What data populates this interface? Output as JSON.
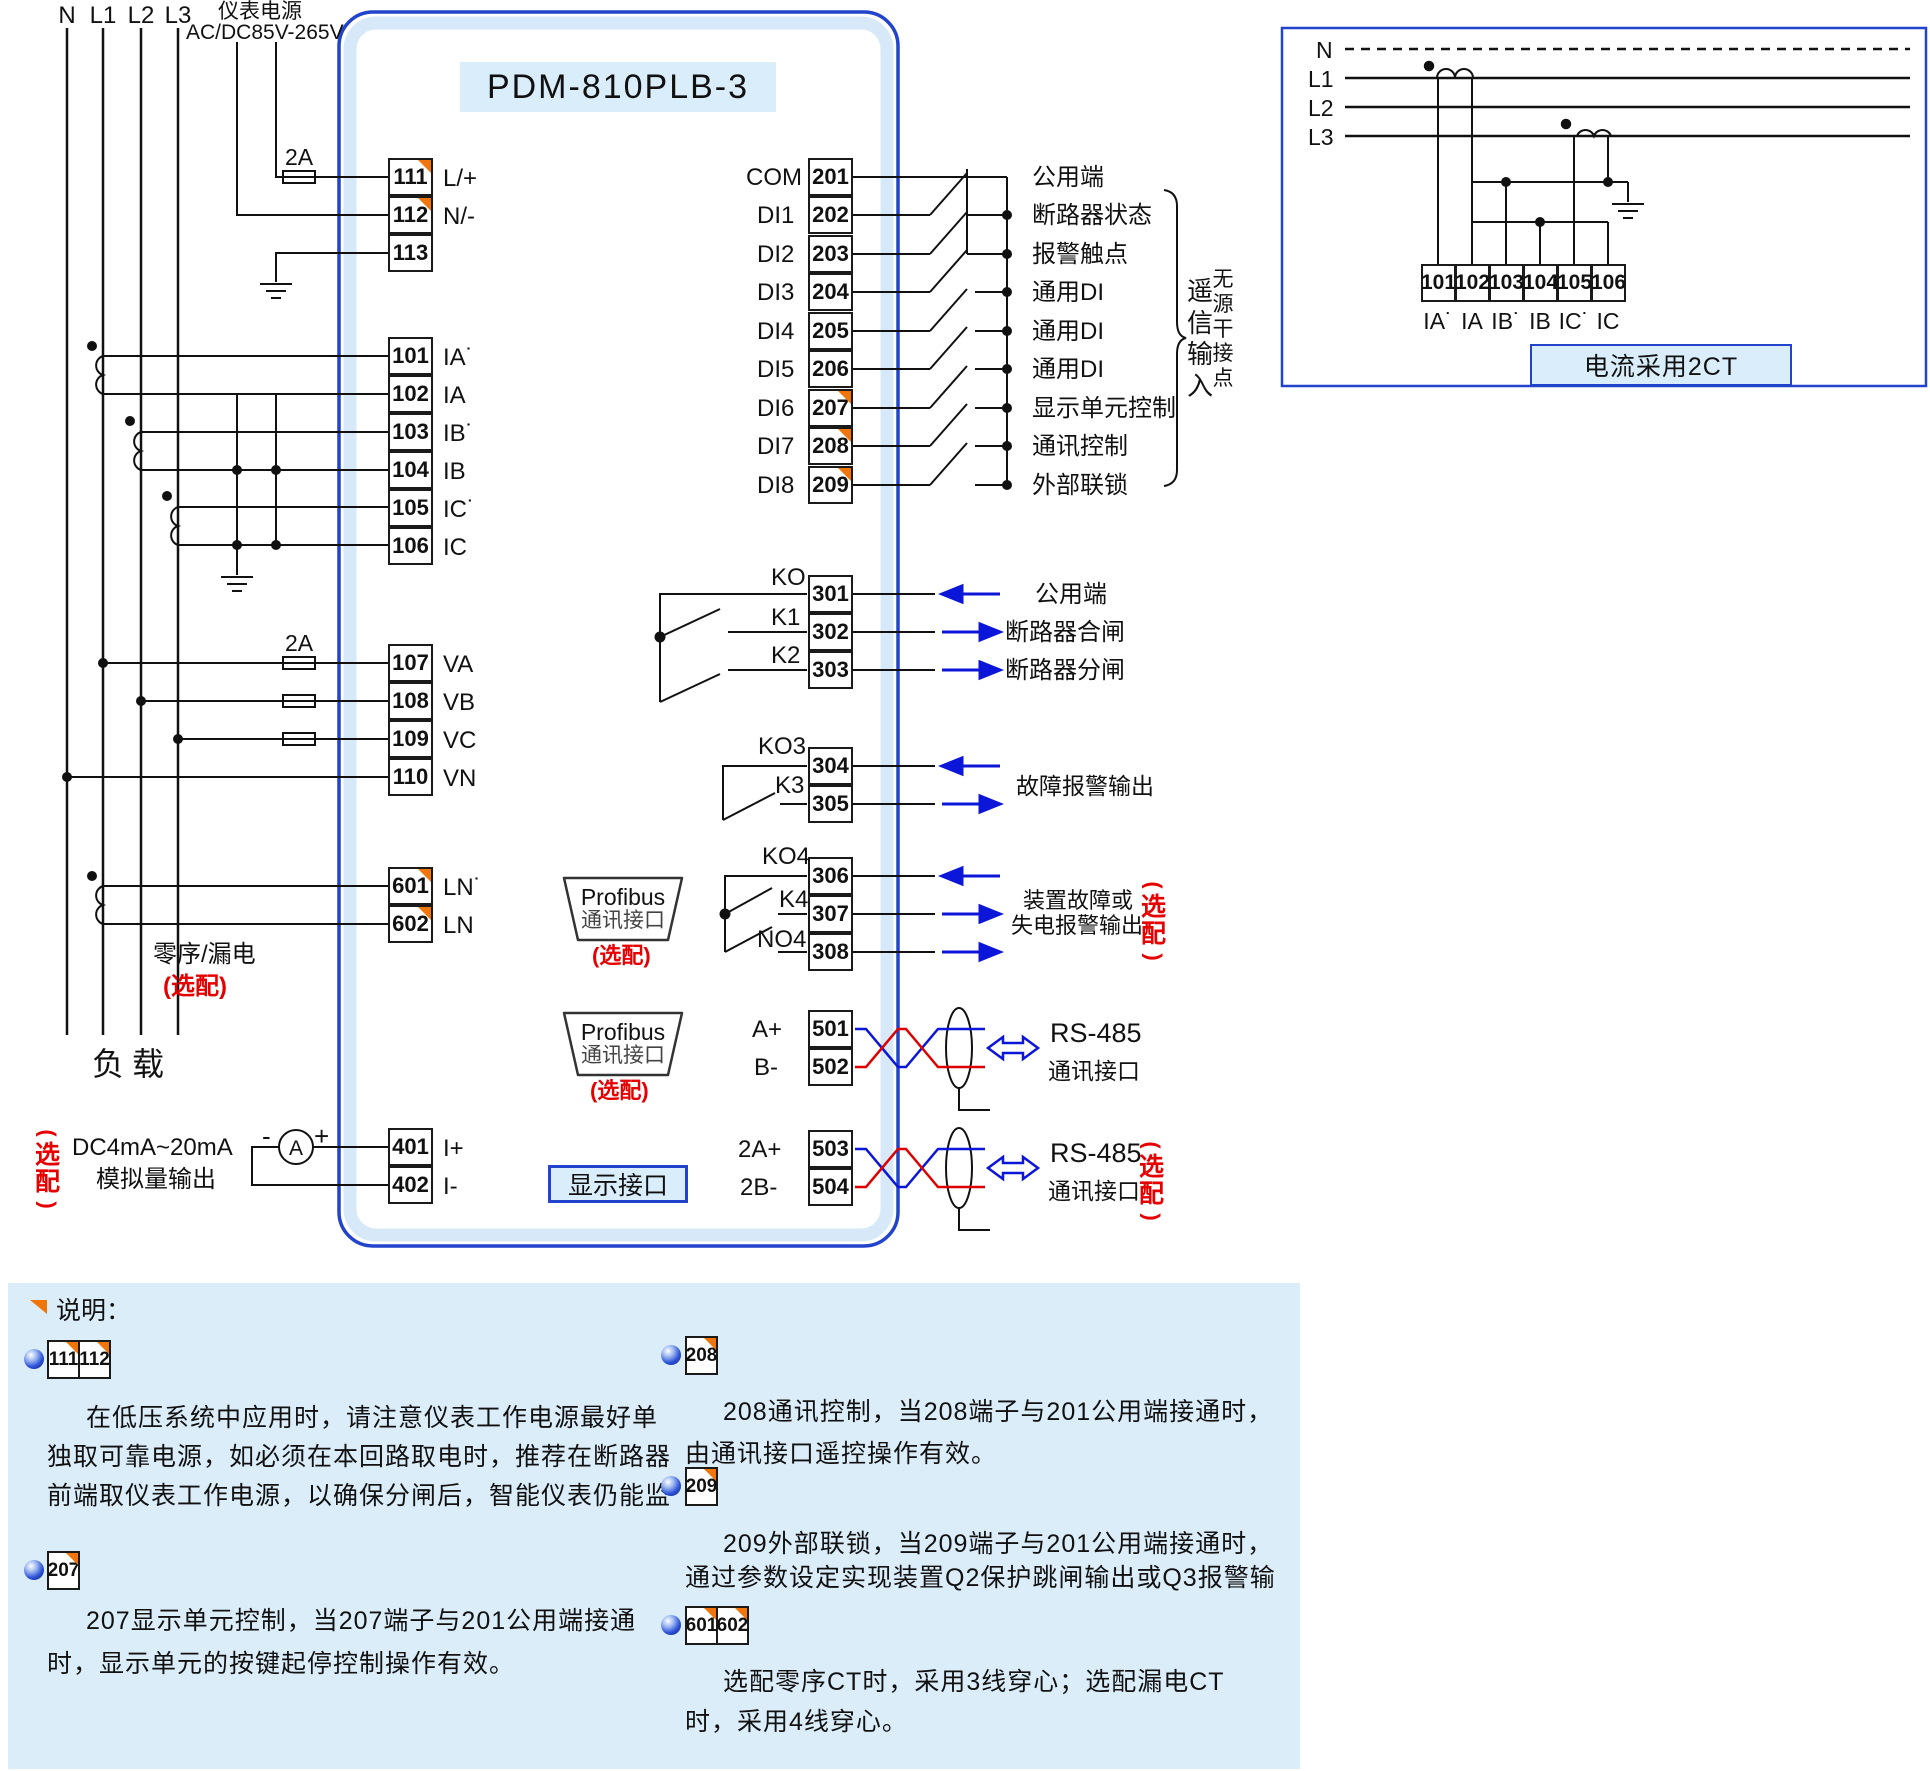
{
  "title": {
    "model": "PDM-810PLB-3"
  },
  "colors": {
    "accent_blue": "#2244cc",
    "light_blue": "#d9edfb",
    "orange": "#f0750a",
    "red": "#e60000",
    "wire_blue": "#0b16d9",
    "wire_red": "#dd0000",
    "notes_bg": "#dcedfa"
  },
  "mains": {
    "lines": [
      "N",
      "L1",
      "L2",
      "L3"
    ],
    "supply": {
      "name": "仪表电源",
      "range": "AC/DC85V-265V",
      "fuse": "2A"
    },
    "load": "负载"
  },
  "terminals": {
    "aux_power": [
      {
        "id": "111",
        "label": "L/+"
      },
      {
        "id": "112",
        "label": "N/-"
      },
      {
        "id": "113",
        "label": ""
      }
    ],
    "current": [
      {
        "id": "101",
        "label": "IA˙"
      },
      {
        "id": "102",
        "label": "IA"
      },
      {
        "id": "103",
        "label": "IB˙"
      },
      {
        "id": "104",
        "label": "IB"
      },
      {
        "id": "105",
        "label": "IC˙"
      },
      {
        "id": "106",
        "label": "IC"
      }
    ],
    "voltage": [
      {
        "id": "107",
        "label": "VA"
      },
      {
        "id": "108",
        "label": "VB"
      },
      {
        "id": "109",
        "label": "VC"
      },
      {
        "id": "110",
        "label": "VN"
      }
    ],
    "voltage_fuse": "2A",
    "leakage": [
      {
        "id": "601",
        "label": "LN˙"
      },
      {
        "id": "602",
        "label": "LN"
      }
    ],
    "leakage_note": {
      "line1": "零序/漏电",
      "line2": "(选配)"
    },
    "analog": [
      {
        "id": "401",
        "label": "I+"
      },
      {
        "id": "402",
        "label": "I-"
      }
    ]
  },
  "analog_out": {
    "line1": "DC4mA~20mA",
    "line2": "模拟量输出",
    "meter": "A",
    "minus": "-",
    "plus": "+"
  },
  "optional_mark": {
    "open": "(",
    "text": "选配",
    "close": ")"
  },
  "di": {
    "rows": [
      {
        "id": "201",
        "label": "COM",
        "desc": "公用端"
      },
      {
        "id": "202",
        "label": "DI1",
        "desc": "断路器状态"
      },
      {
        "id": "203",
        "label": "DI2",
        "desc": "报警触点"
      },
      {
        "id": "204",
        "label": "DI3",
        "desc": "通用DI"
      },
      {
        "id": "205",
        "label": "DI4",
        "desc": "通用DI"
      },
      {
        "id": "206",
        "label": "DI5",
        "desc": "通用DI"
      },
      {
        "id": "207",
        "label": "DI6",
        "desc": "显示单元控制"
      },
      {
        "id": "208",
        "label": "DI7",
        "desc": "通讯控制"
      },
      {
        "id": "209",
        "label": "DI8",
        "desc": "外部联锁"
      }
    ],
    "brace_left": "遥信输入",
    "brace_right": "无源干接点"
  },
  "relays": {
    "g1": {
      "common": "KO",
      "k1": "K1",
      "k2": "K2",
      "t": [
        {
          "id": "301",
          "desc": "公用端"
        },
        {
          "id": "302",
          "desc": "断路器合闸"
        },
        {
          "id": "303",
          "desc": "断路器分闸"
        }
      ]
    },
    "g2": {
      "common": "KO3",
      "k1": "K3",
      "t": [
        {
          "id": "304"
        },
        {
          "id": "305"
        }
      ],
      "desc": "故障报警输出"
    },
    "g3": {
      "common": "KO4",
      "k1": "K4",
      "k2": "NO4",
      "t": [
        {
          "id": "306"
        },
        {
          "id": "307"
        },
        {
          "id": "308"
        }
      ],
      "desc1": "装置故障或",
      "desc2": "失电报警输出"
    }
  },
  "comm": {
    "profibus": {
      "line1": "Profibus",
      "line2": "通讯接口",
      "optional": "(选配)"
    },
    "rs1": {
      "a": "A+",
      "b": "B-",
      "ta": "501",
      "tb": "502",
      "name": "RS-485",
      "port": "通讯接口"
    },
    "rs2": {
      "a": "2A+",
      "b": "2B-",
      "ta": "503",
      "tb": "504",
      "name": "RS-485",
      "port": "通讯接口"
    },
    "display_port": "显示接口"
  },
  "ct_panel": {
    "lines": [
      "N",
      "L1",
      "L2",
      "L3"
    ],
    "terminals": [
      "101",
      "102",
      "103",
      "104",
      "105",
      "106"
    ],
    "labels": [
      "IA˙",
      "IA",
      "IB˙",
      "IB",
      "IC˙",
      "IC"
    ],
    "caption": "电流采用2CT"
  },
  "notes": {
    "header": "说明：",
    "items": [
      {
        "tags": [
          "111",
          "112"
        ],
        "lines": [
          "在低压系统中应用时，请注意仪表工作电源最好单",
          "独取可靠电源，如必须在本回路取电时，推荐在断路器",
          "前端取仪表工作电源，以确保分闸后，智能仪表仍能监"
        ]
      },
      {
        "tags": [
          "207"
        ],
        "lines": [
          "207显示单元控制，当207端子与201公用端接通",
          "时，显示单元的按键起停控制操作有效。"
        ]
      },
      {
        "tags": [
          "208"
        ],
        "lines": [
          "208通讯控制，当208端子与201公用端接通时，",
          "由通讯接口遥控操作有效。"
        ]
      },
      {
        "tags": [
          "209"
        ],
        "lines": [
          "209外部联锁，当209端子与201公用端接通时，",
          "通过参数设定实现装置Q2保护跳闸输出或Q3报警输"
        ]
      },
      {
        "tags": [
          "601",
          "602"
        ],
        "lines": [
          "选配零序CT时，采用3线穿心；选配漏电CT",
          "时，采用4线穿心。"
        ]
      }
    ]
  }
}
